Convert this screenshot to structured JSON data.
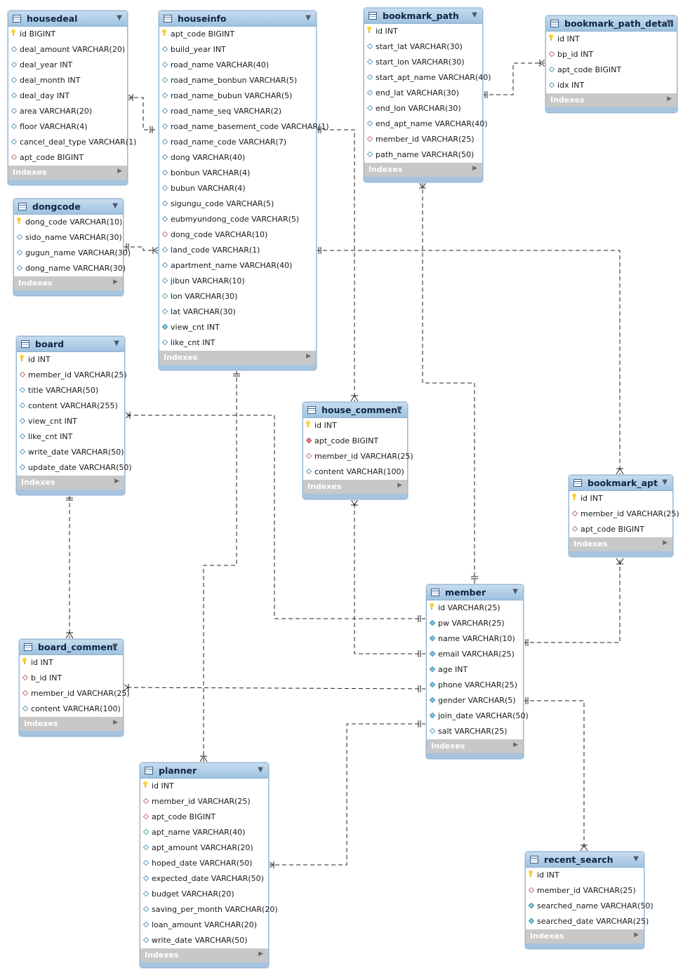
{
  "tables": [
    {
      "id": "housedeal",
      "name": "housedeal",
      "columns": [
        {
          "t": "id BIGINT",
          "k": "pk"
        },
        {
          "t": "deal_amount VARCHAR(20)",
          "k": "col"
        },
        {
          "t": "deal_year INT",
          "k": "col"
        },
        {
          "t": "deal_month INT",
          "k": "col"
        },
        {
          "t": "deal_day INT",
          "k": "col"
        },
        {
          "t": "area VARCHAR(20)",
          "k": "col"
        },
        {
          "t": "floor VARCHAR(4)",
          "k": "col"
        },
        {
          "t": "cancel_deal_type VARCHAR(1)",
          "k": "col"
        },
        {
          "t": "apt_code BIGINT",
          "k": "fk"
        }
      ]
    },
    {
      "id": "houseinfo",
      "name": "houseinfo",
      "columns": [
        {
          "t": "apt_code BIGINT",
          "k": "pk"
        },
        {
          "t": "build_year INT",
          "k": "col"
        },
        {
          "t": "road_name VARCHAR(40)",
          "k": "col"
        },
        {
          "t": "road_name_bonbun VARCHAR(5)",
          "k": "col"
        },
        {
          "t": "road_name_bubun VARCHAR(5)",
          "k": "col"
        },
        {
          "t": "road_name_seq VARCHAR(2)",
          "k": "col"
        },
        {
          "t": "road_name_basement_code VARCHAR(1)",
          "k": "col"
        },
        {
          "t": "road_name_code VARCHAR(7)",
          "k": "col"
        },
        {
          "t": "dong VARCHAR(40)",
          "k": "col"
        },
        {
          "t": "bonbun VARCHAR(4)",
          "k": "col"
        },
        {
          "t": "bubun VARCHAR(4)",
          "k": "col"
        },
        {
          "t": "sigungu_code VARCHAR(5)",
          "k": "col"
        },
        {
          "t": "eubmyundong_code VARCHAR(5)",
          "k": "col"
        },
        {
          "t": "dong_code VARCHAR(10)",
          "k": "fk"
        },
        {
          "t": "land_code VARCHAR(1)",
          "k": "col"
        },
        {
          "t": "apartment_name VARCHAR(40)",
          "k": "col"
        },
        {
          "t": "jibun VARCHAR(10)",
          "k": "col"
        },
        {
          "t": "lon VARCHAR(30)",
          "k": "col"
        },
        {
          "t": "lat VARCHAR(30)",
          "k": "col"
        },
        {
          "t": "view_cnt INT",
          "k": "nn"
        },
        {
          "t": "like_cnt INT",
          "k": "col"
        }
      ]
    },
    {
      "id": "bookmark_path",
      "name": "bookmark_path",
      "columns": [
        {
          "t": "id INT",
          "k": "pk"
        },
        {
          "t": "start_lat VARCHAR(30)",
          "k": "col"
        },
        {
          "t": "start_lon VARCHAR(30)",
          "k": "col"
        },
        {
          "t": "start_apt_name VARCHAR(40)",
          "k": "col"
        },
        {
          "t": "end_lat VARCHAR(30)",
          "k": "col"
        },
        {
          "t": "end_lon VARCHAR(30)",
          "k": "col"
        },
        {
          "t": "end_apt_name VARCHAR(40)",
          "k": "col"
        },
        {
          "t": "member_id VARCHAR(25)",
          "k": "fk"
        },
        {
          "t": "path_name VARCHAR(50)",
          "k": "col"
        }
      ]
    },
    {
      "id": "bookmark_path_detail",
      "name": "bookmark_path_detail",
      "columns": [
        {
          "t": "id INT",
          "k": "pk"
        },
        {
          "t": "bp_id INT",
          "k": "fk"
        },
        {
          "t": "apt_code BIGINT",
          "k": "col"
        },
        {
          "t": "idx INT",
          "k": "col"
        }
      ]
    },
    {
      "id": "dongcode",
      "name": "dongcode",
      "columns": [
        {
          "t": "dong_code VARCHAR(10)",
          "k": "pk"
        },
        {
          "t": "sido_name VARCHAR(30)",
          "k": "col"
        },
        {
          "t": "gugun_name VARCHAR(30)",
          "k": "col"
        },
        {
          "t": "dong_name VARCHAR(30)",
          "k": "col"
        }
      ]
    },
    {
      "id": "board",
      "name": "board",
      "columns": [
        {
          "t": "id INT",
          "k": "pk"
        },
        {
          "t": "member_id VARCHAR(25)",
          "k": "fk"
        },
        {
          "t": "title VARCHAR(50)",
          "k": "col"
        },
        {
          "t": "content VARCHAR(255)",
          "k": "col"
        },
        {
          "t": "view_cnt INT",
          "k": "col"
        },
        {
          "t": "like_cnt INT",
          "k": "col"
        },
        {
          "t": "write_date VARCHAR(50)",
          "k": "col"
        },
        {
          "t": "update_date VARCHAR(50)",
          "k": "col"
        }
      ]
    },
    {
      "id": "house_comment",
      "name": "house_comment",
      "columns": [
        {
          "t": "id INT",
          "k": "pk"
        },
        {
          "t": "apt_code BIGINT",
          "k": "fknn"
        },
        {
          "t": "member_id VARCHAR(25)",
          "k": "fk"
        },
        {
          "t": "content VARCHAR(100)",
          "k": "col"
        }
      ]
    },
    {
      "id": "bookmark_apt",
      "name": "bookmark_apt",
      "columns": [
        {
          "t": "id INT",
          "k": "pk"
        },
        {
          "t": "member_id VARCHAR(25)",
          "k": "fk"
        },
        {
          "t": "apt_code BIGINT",
          "k": "fk"
        }
      ]
    },
    {
      "id": "member",
      "name": "member",
      "columns": [
        {
          "t": "id VARCHAR(25)",
          "k": "pk"
        },
        {
          "t": "pw VARCHAR(25)",
          "k": "nn"
        },
        {
          "t": "name VARCHAR(10)",
          "k": "nn"
        },
        {
          "t": "email VARCHAR(25)",
          "k": "nn"
        },
        {
          "t": "age INT",
          "k": "nn"
        },
        {
          "t": "phone VARCHAR(25)",
          "k": "nn"
        },
        {
          "t": "gender VARCHAR(5)",
          "k": "nn"
        },
        {
          "t": "join_date VARCHAR(50)",
          "k": "nn"
        },
        {
          "t": "salt VARCHAR(25)",
          "k": "col"
        }
      ]
    },
    {
      "id": "board_comment",
      "name": "board_comment",
      "columns": [
        {
          "t": "id INT",
          "k": "pk"
        },
        {
          "t": "b_id INT",
          "k": "fk"
        },
        {
          "t": "member_id VARCHAR(25)",
          "k": "fk"
        },
        {
          "t": "content VARCHAR(100)",
          "k": "col"
        }
      ]
    },
    {
      "id": "planner",
      "name": "planner",
      "columns": [
        {
          "t": "id INT",
          "k": "pk"
        },
        {
          "t": "member_id VARCHAR(25)",
          "k": "fk"
        },
        {
          "t": "apt_code BIGINT",
          "k": "fk"
        },
        {
          "t": "apt_name VARCHAR(40)",
          "k": "col"
        },
        {
          "t": "apt_amount VARCHAR(20)",
          "k": "col"
        },
        {
          "t": "hoped_date VARCHAR(50)",
          "k": "col"
        },
        {
          "t": "expected_date VARCHAR(50)",
          "k": "col"
        },
        {
          "t": "budget VARCHAR(20)",
          "k": "col"
        },
        {
          "t": "saving_per_month VARCHAR(20)",
          "k": "col"
        },
        {
          "t": "loan_amount VARCHAR(20)",
          "k": "col"
        },
        {
          "t": "write_date VARCHAR(50)",
          "k": "col"
        }
      ]
    },
    {
      "id": "recent_search",
      "name": "recent_search",
      "columns": [
        {
          "t": "id INT",
          "k": "pk"
        },
        {
          "t": "member_id VARCHAR(25)",
          "k": "fk"
        },
        {
          "t": "searched_name VARCHAR(50)",
          "k": "nn"
        },
        {
          "t": "searched_date VARCHAR(25)",
          "k": "nn"
        }
      ]
    }
  ],
  "indexes_label": "Indexes",
  "colors": {
    "line": "#222222",
    "header_top": "#c7dcee",
    "header_bottom": "#9ec2e0",
    "indexes_bar": "#c8c8c8"
  }
}
